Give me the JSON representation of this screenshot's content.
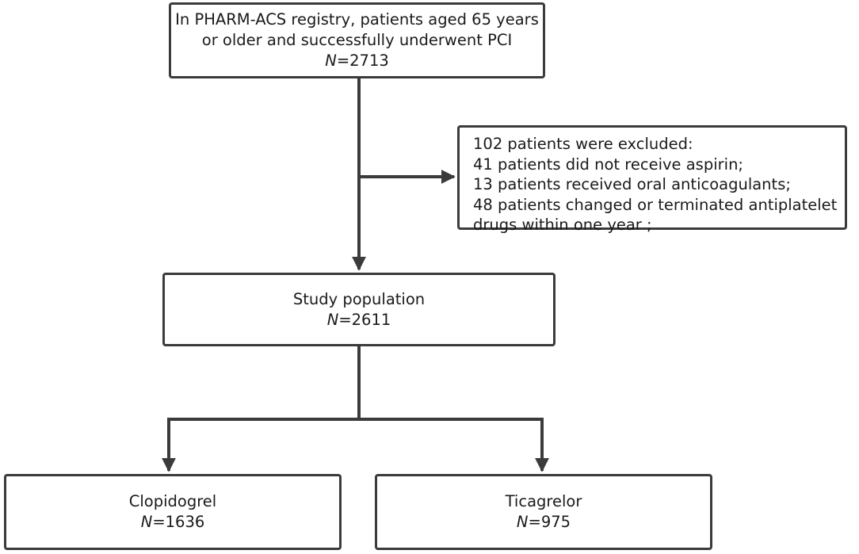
{
  "registry": {
    "lines": [
      "In PHARM-ACS registry, patients aged 65 years",
      "or older and successfully underwent PCI"
    ],
    "n_label": "N",
    "n_value": "=2713"
  },
  "excluded": {
    "lines": [
      "102 patients were excluded:",
      "41  patients did not receive aspirin;",
      "13 patients received oral anticoagulants;",
      "48 patients changed or terminated antiplatelet",
      "drugs within one year ;"
    ]
  },
  "study": {
    "title": "Study population",
    "n_label": "N",
    "n_value": "=2611"
  },
  "clopidogrel": {
    "title": "Clopidogrel",
    "n_label": "N",
    "n_value": "=1636"
  },
  "ticagrelor": {
    "title": "Ticagrelor",
    "n_label": "N",
    "n_value": "=975"
  },
  "colors": {
    "stroke": "#3b3b3b",
    "text": "#1a1a1a",
    "background": "#ffffff"
  }
}
